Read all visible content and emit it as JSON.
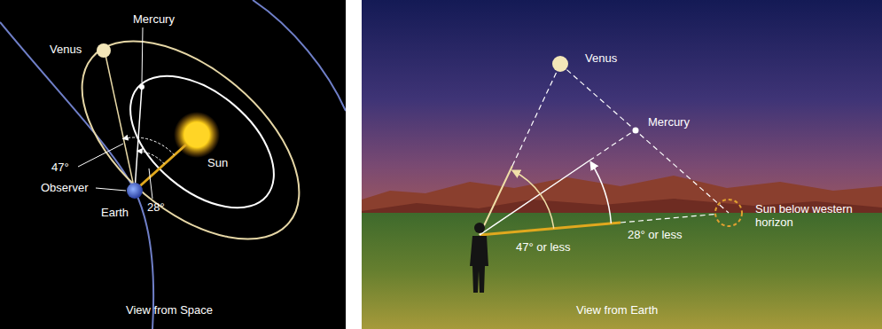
{
  "diagram": {
    "labels": [
      "Venus",
      "Mercury",
      "47°",
      "Sun",
      "Observer",
      "Earth",
      "28°",
      "View from Space",
      "Venus",
      "Mercury",
      "Sun below western horizon",
      "47° or less",
      "28° or less",
      "View from Earth"
    ]
  }
}
